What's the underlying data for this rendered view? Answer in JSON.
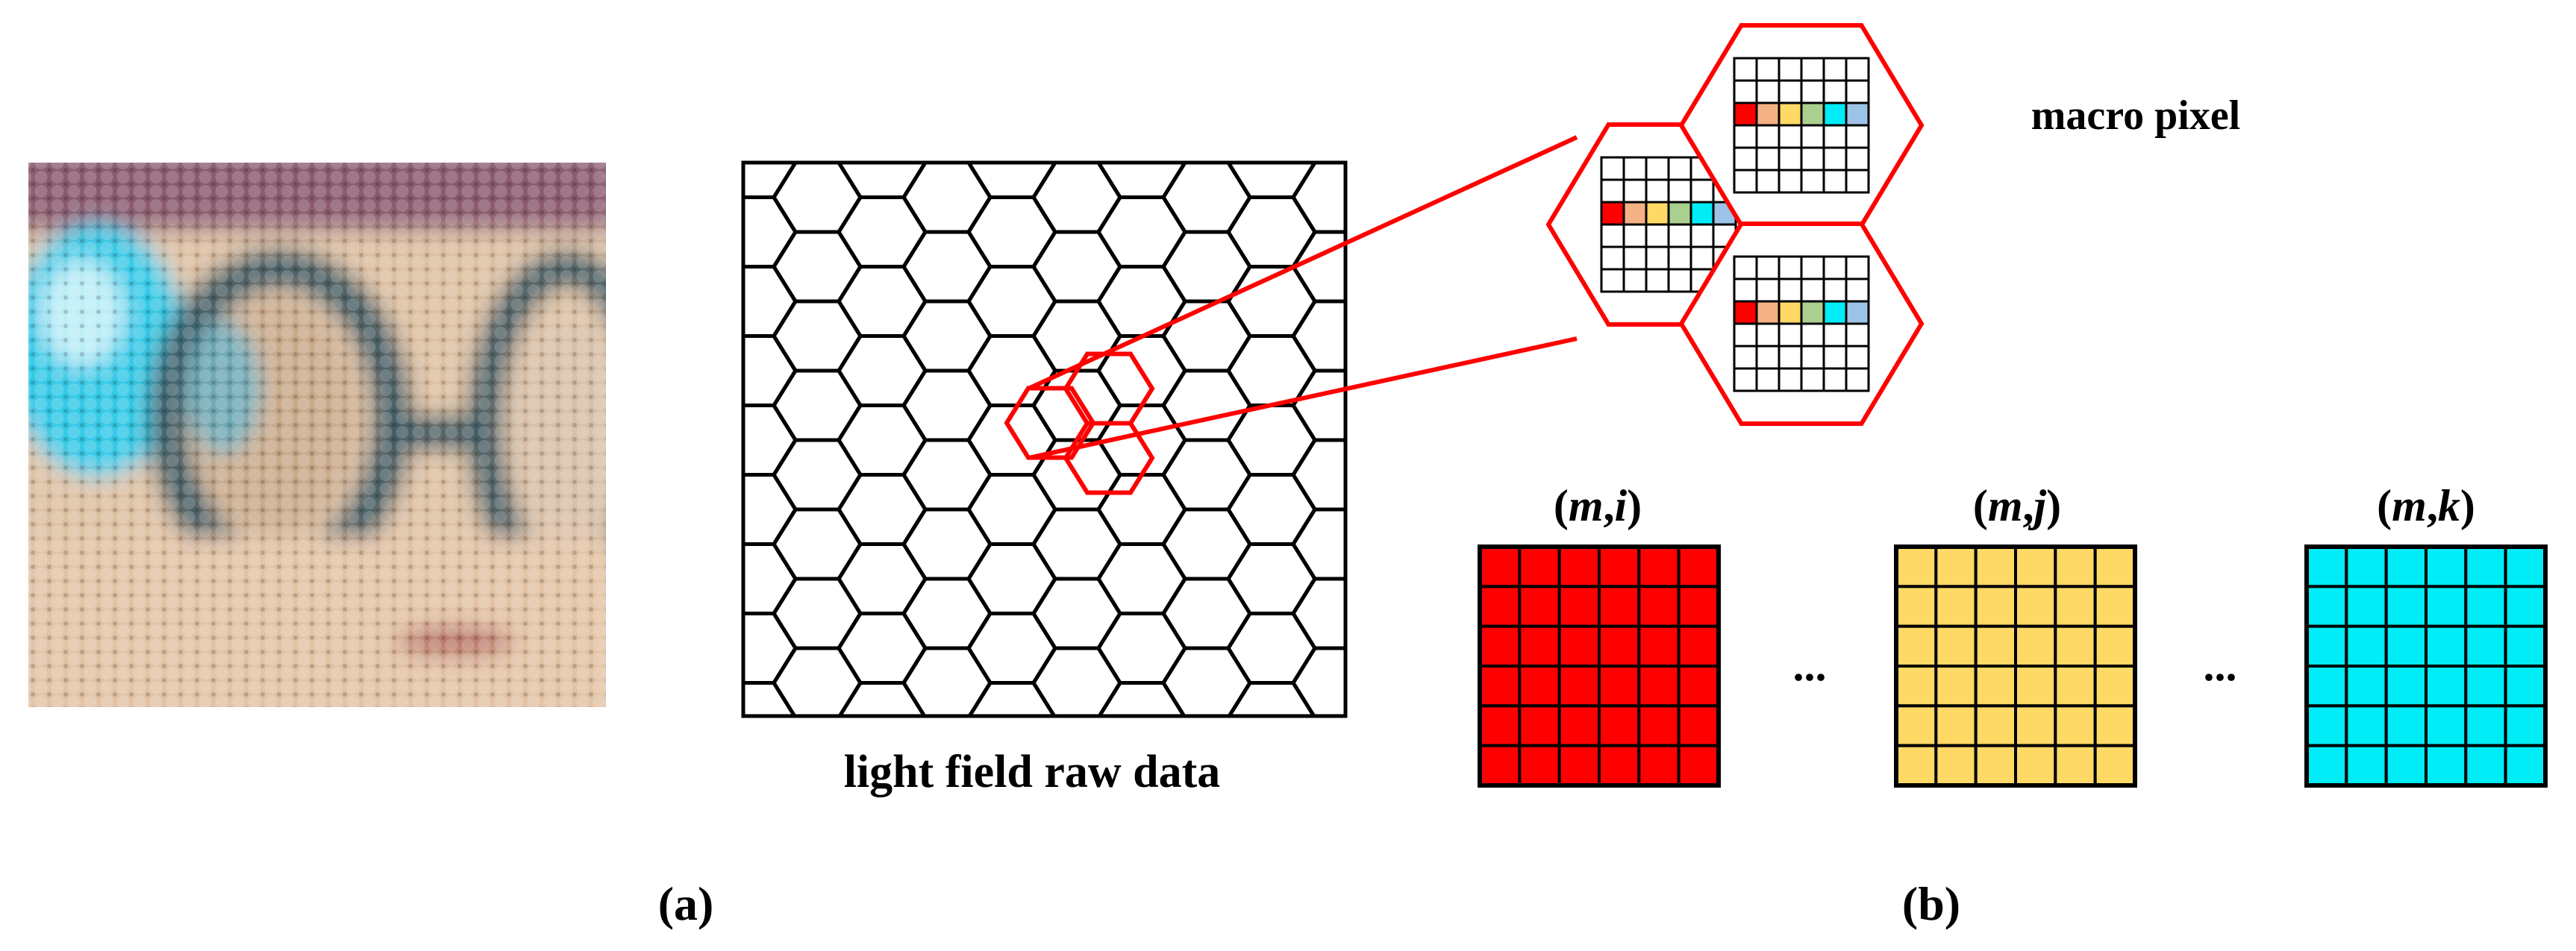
{
  "labels": {
    "raw_data_caption": "light field raw data",
    "macro_pixel_caption": "macro pixel",
    "panel_a": "(a)",
    "panel_b": "(b)",
    "ellipsis_1": "...",
    "ellipsis_2": "..."
  },
  "subaperture_views": [
    {
      "m": "m",
      "idx": "i",
      "color": "#ff0000"
    },
    {
      "m": "m",
      "idx": "j",
      "color": "#ffd966"
    },
    {
      "m": "m",
      "idx": "k",
      "color": "#00ecf6"
    }
  ],
  "macro_pixel": {
    "grid_size": 6,
    "highlight_row": 3,
    "highlight_colors": [
      "#ff0000",
      "#f4b183",
      "#ffd966",
      "#a9d08e",
      "#00ecf6",
      "#9dc3e6"
    ]
  },
  "colors": {
    "hex_outline": "#000000",
    "highlight": "#ff0000"
  }
}
